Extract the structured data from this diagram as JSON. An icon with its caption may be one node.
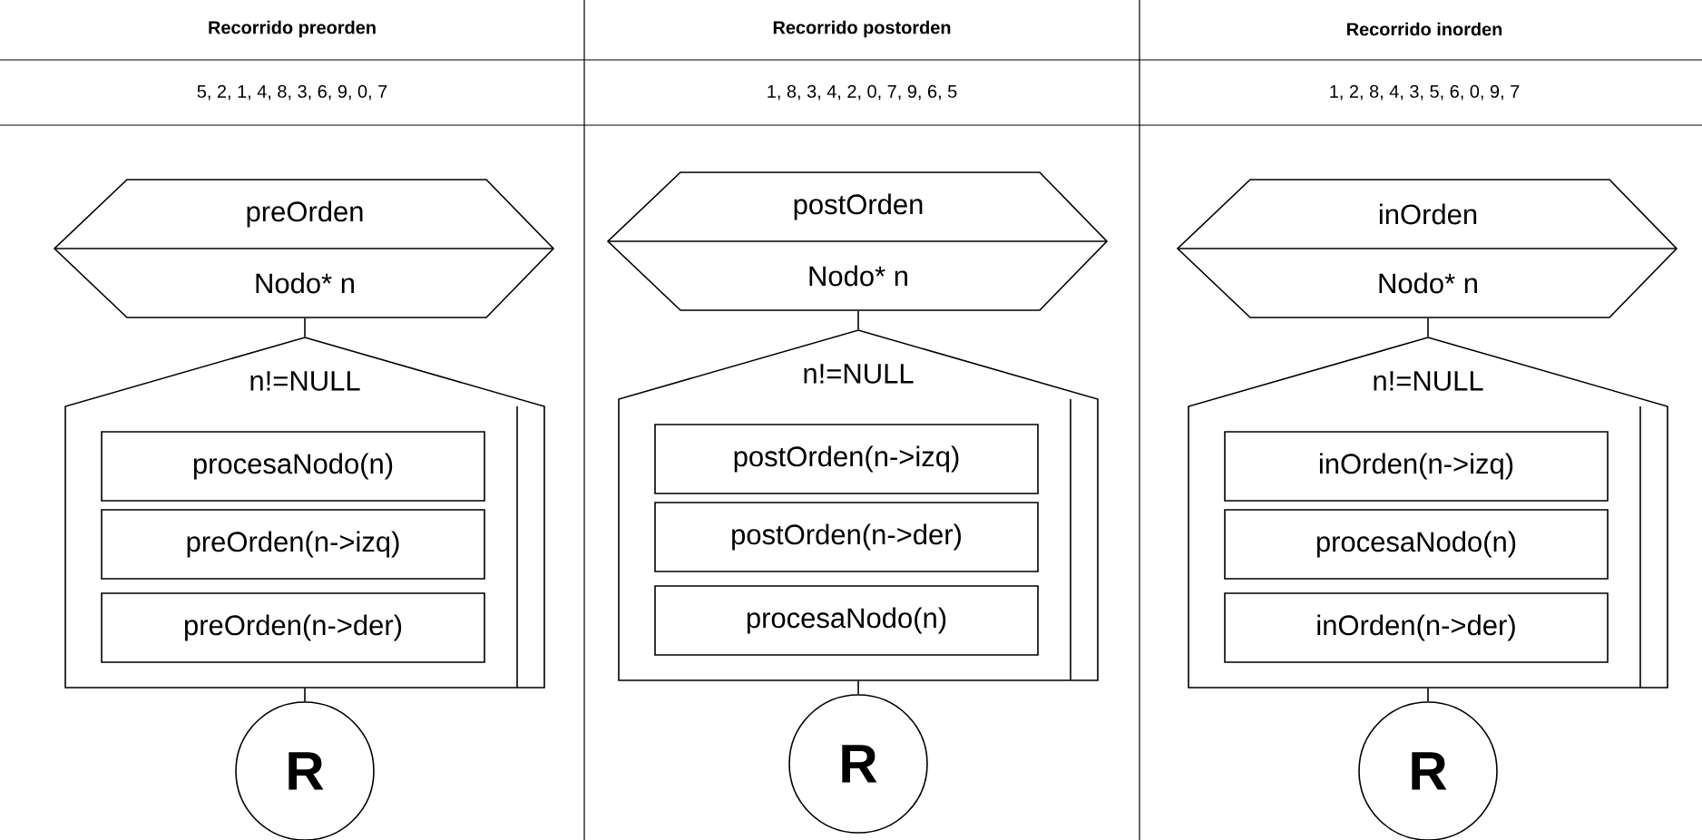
{
  "diagram": {
    "nodes": [
      {
        "text": [
          "preOrden",
          "Nodo* n"
        ]
      },
      {
        "text": [
          "n!=NULL"
        ]
      },
      {
        "text": [
          "procesaNodo(n)"
        ],
        "in": 1
      },
      {
        "text": [
          "preOrden(n->izq)"
        ],
        "in": 1
      },
      {
        "text": [
          "preOrden(n->der)"
        ],
        "in": 1
      },
      {
        "text": [
          "R"
        ]
      },
      {
        "text": [
          "postOrden",
          "Nodo* n"
        ]
      },
      {
        "text": [
          "n!=NULL"
        ]
      },
      {
        "text": [
          "postOrden(n->izq)"
        ],
        "in": 7
      },
      {
        "text": [
          "postOrden(n->der)"
        ],
        "in": 7
      },
      {
        "text": [
          "procesaNodo(n)"
        ],
        "in": 7
      },
      {
        "text": [
          "R"
        ]
      },
      {
        "text": [
          "inOrden",
          "Nodo* n"
        ]
      },
      {
        "text": [
          "n!=NULL"
        ]
      },
      {
        "text": [
          "inOrden(n->izq)"
        ],
        "in": 13
      },
      {
        "text": [
          "procesaNodo(n)"
        ],
        "in": 13
      },
      {
        "text": [
          "inOrden(n->der)"
        ],
        "in": 13
      },
      {
        "text": [
          "R"
        ]
      }
    ],
    "edges": [
      {
        "from": 0,
        "to": 1,
        "arrow": "none"
      },
      {
        "from": 1,
        "to": 5,
        "arrow": "none"
      },
      {
        "from": 6,
        "to": 7,
        "arrow": "none"
      },
      {
        "from": 7,
        "to": 11,
        "arrow": "none"
      },
      {
        "from": 12,
        "to": 13,
        "arrow": "none"
      },
      {
        "from": 13,
        "to": 17,
        "arrow": "none"
      }
    ],
    "labels": [
      "Recorrido preorden",
      "Recorrido postorden",
      "Recorrido inorden",
      "5, 2, 1, 4, 8, 3, 6, 9, 0, 7",
      "1, 8, 3, 4, 2, 0, 7, 9, 6, 5",
      "1, 2, 8, 4, 3, 5, 6, 0, 9, 7"
    ]
  }
}
